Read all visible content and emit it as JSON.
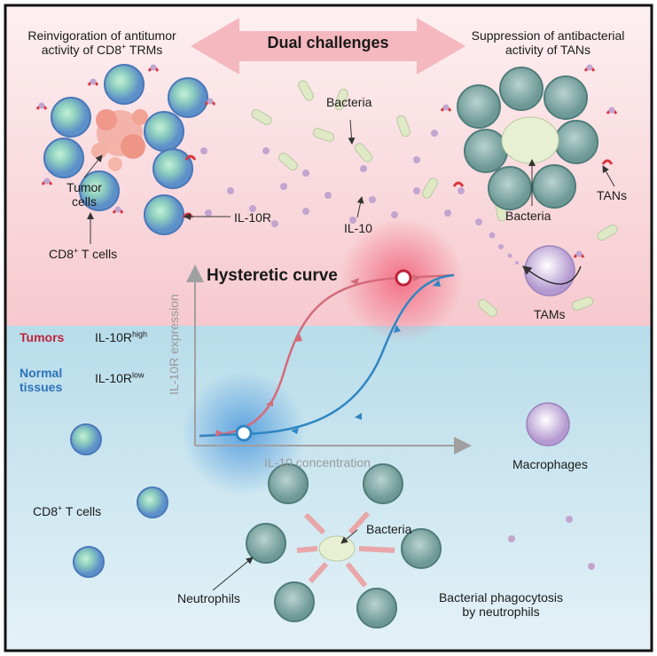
{
  "banner": {
    "title": "Dual challenges"
  },
  "top_left": {
    "line1": "Reinvigoration of antitumor",
    "line2_prefix": "activity of CD8",
    "line2_sup": "+",
    "line2_suffix": " TRMs"
  },
  "top_right": {
    "line1": "Suppression of antibacterial",
    "line2": "activity of TANs"
  },
  "labels": {
    "bacteria_top": "Bacteria",
    "tumor_cells_1": "Tumor",
    "tumor_cells_2": "cells",
    "il10r": "IL-10R",
    "il10": "IL-10",
    "cd8_top_prefix": "CD8",
    "cd8_top_sup": "+",
    "cd8_top_suffix": " T cells",
    "tans": "TANs",
    "bacteria_tans": "Bacteria",
    "tams": "TAMs",
    "macrophages": "Macrophages",
    "cd8_bottom_prefix": "CD8",
    "cd8_bottom_sup": "+",
    "cd8_bottom_suffix": " T cells",
    "bacteria_bottom": "Bacteria",
    "neutrophils": "Neutrophils",
    "phago_1": "Bacterial phagocytosis",
    "phago_2": "by neutrophils"
  },
  "zones": {
    "tumors": "Tumors",
    "il10r_high_prefix": "IL-10R",
    "il10r_high_sup": "high",
    "normal_1": "Normal",
    "normal_2": "tissues",
    "il10r_low_prefix": "IL-10R",
    "il10r_low_sup": "low"
  },
  "graph": {
    "title": "Hysteretic curve",
    "xlabel": "IL-10 concentration",
    "ylabel": "IL-10R expression"
  },
  "colors": {
    "tumor_bg": "#f7cfd3",
    "normal_bg": "#c6e4ef",
    "red_curve": "#d46b7a",
    "blue_curve": "#2f86c2",
    "tcell_body": "#6f9ed3",
    "neutrophil": "#7fa6a4",
    "receptor": "#d9363e",
    "il10_dot": "#c2a5cf",
    "bacteria": "#dfe9c6"
  }
}
